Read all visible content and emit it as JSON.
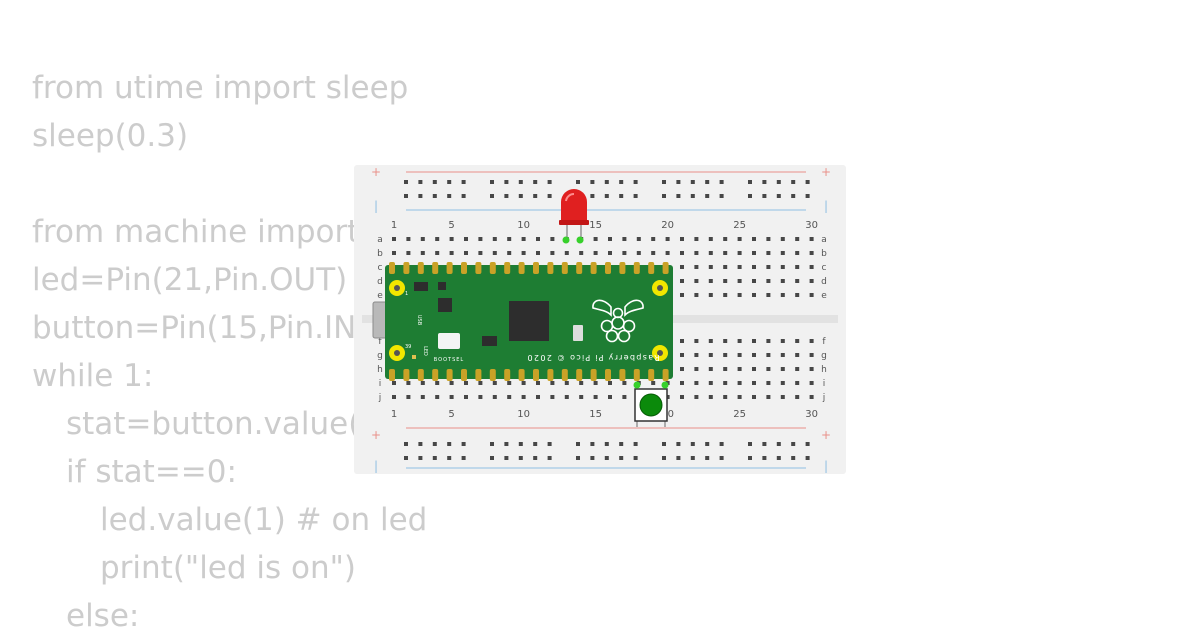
{
  "code": {
    "lines": [
      {
        "indent": 0,
        "text": "from utime import sleep"
      },
      {
        "indent": 0,
        "text": "sleep(0.3)"
      },
      {
        "indent": 0,
        "text": ""
      },
      {
        "indent": 0,
        "text": "from machine import Pin"
      },
      {
        "indent": 0,
        "text": "led=Pin(21,Pin.OUT)"
      },
      {
        "indent": 0,
        "text": "button=Pin(15,Pin.IN,"
      },
      {
        "indent": 0,
        "text": "while 1:"
      },
      {
        "indent": 1,
        "text": "stat=button.value()"
      },
      {
        "indent": 1,
        "text": "if stat==0:"
      },
      {
        "indent": 2,
        "text": "led.value(1) # on led"
      },
      {
        "indent": 2,
        "text": "print(\"led is on\")"
      },
      {
        "indent": 1,
        "text": "else:"
      }
    ]
  },
  "breadboard": {
    "column_labels": [
      "1",
      "5",
      "10",
      "15",
      "20",
      "25",
      "30"
    ],
    "row_labels_top": [
      "a",
      "b",
      "c",
      "d",
      "e"
    ],
    "row_labels_bottom": [
      "f",
      "g",
      "h",
      "i",
      "j"
    ],
    "rail_plus": "+",
    "rail_minus": "|"
  },
  "pico": {
    "brand_text": "Raspberry Pi Pico © 2020",
    "usb_label": "USB",
    "bootsel_label": "BOOTSEL",
    "led_label": "LED",
    "pin_label_top": "1",
    "pin_label_bottom": "39"
  },
  "colors": {
    "code_text": "#cccccc",
    "breadboard": "#f1f1f1",
    "rail_red": "#e99089",
    "rail_blue": "#8fbfe2",
    "pico_green": "#1e7d33",
    "pin_gold": "#c9a227",
    "pad_yellow": "#f2e600",
    "led_red": "#e02020",
    "button_green": "#0b8a0b"
  }
}
